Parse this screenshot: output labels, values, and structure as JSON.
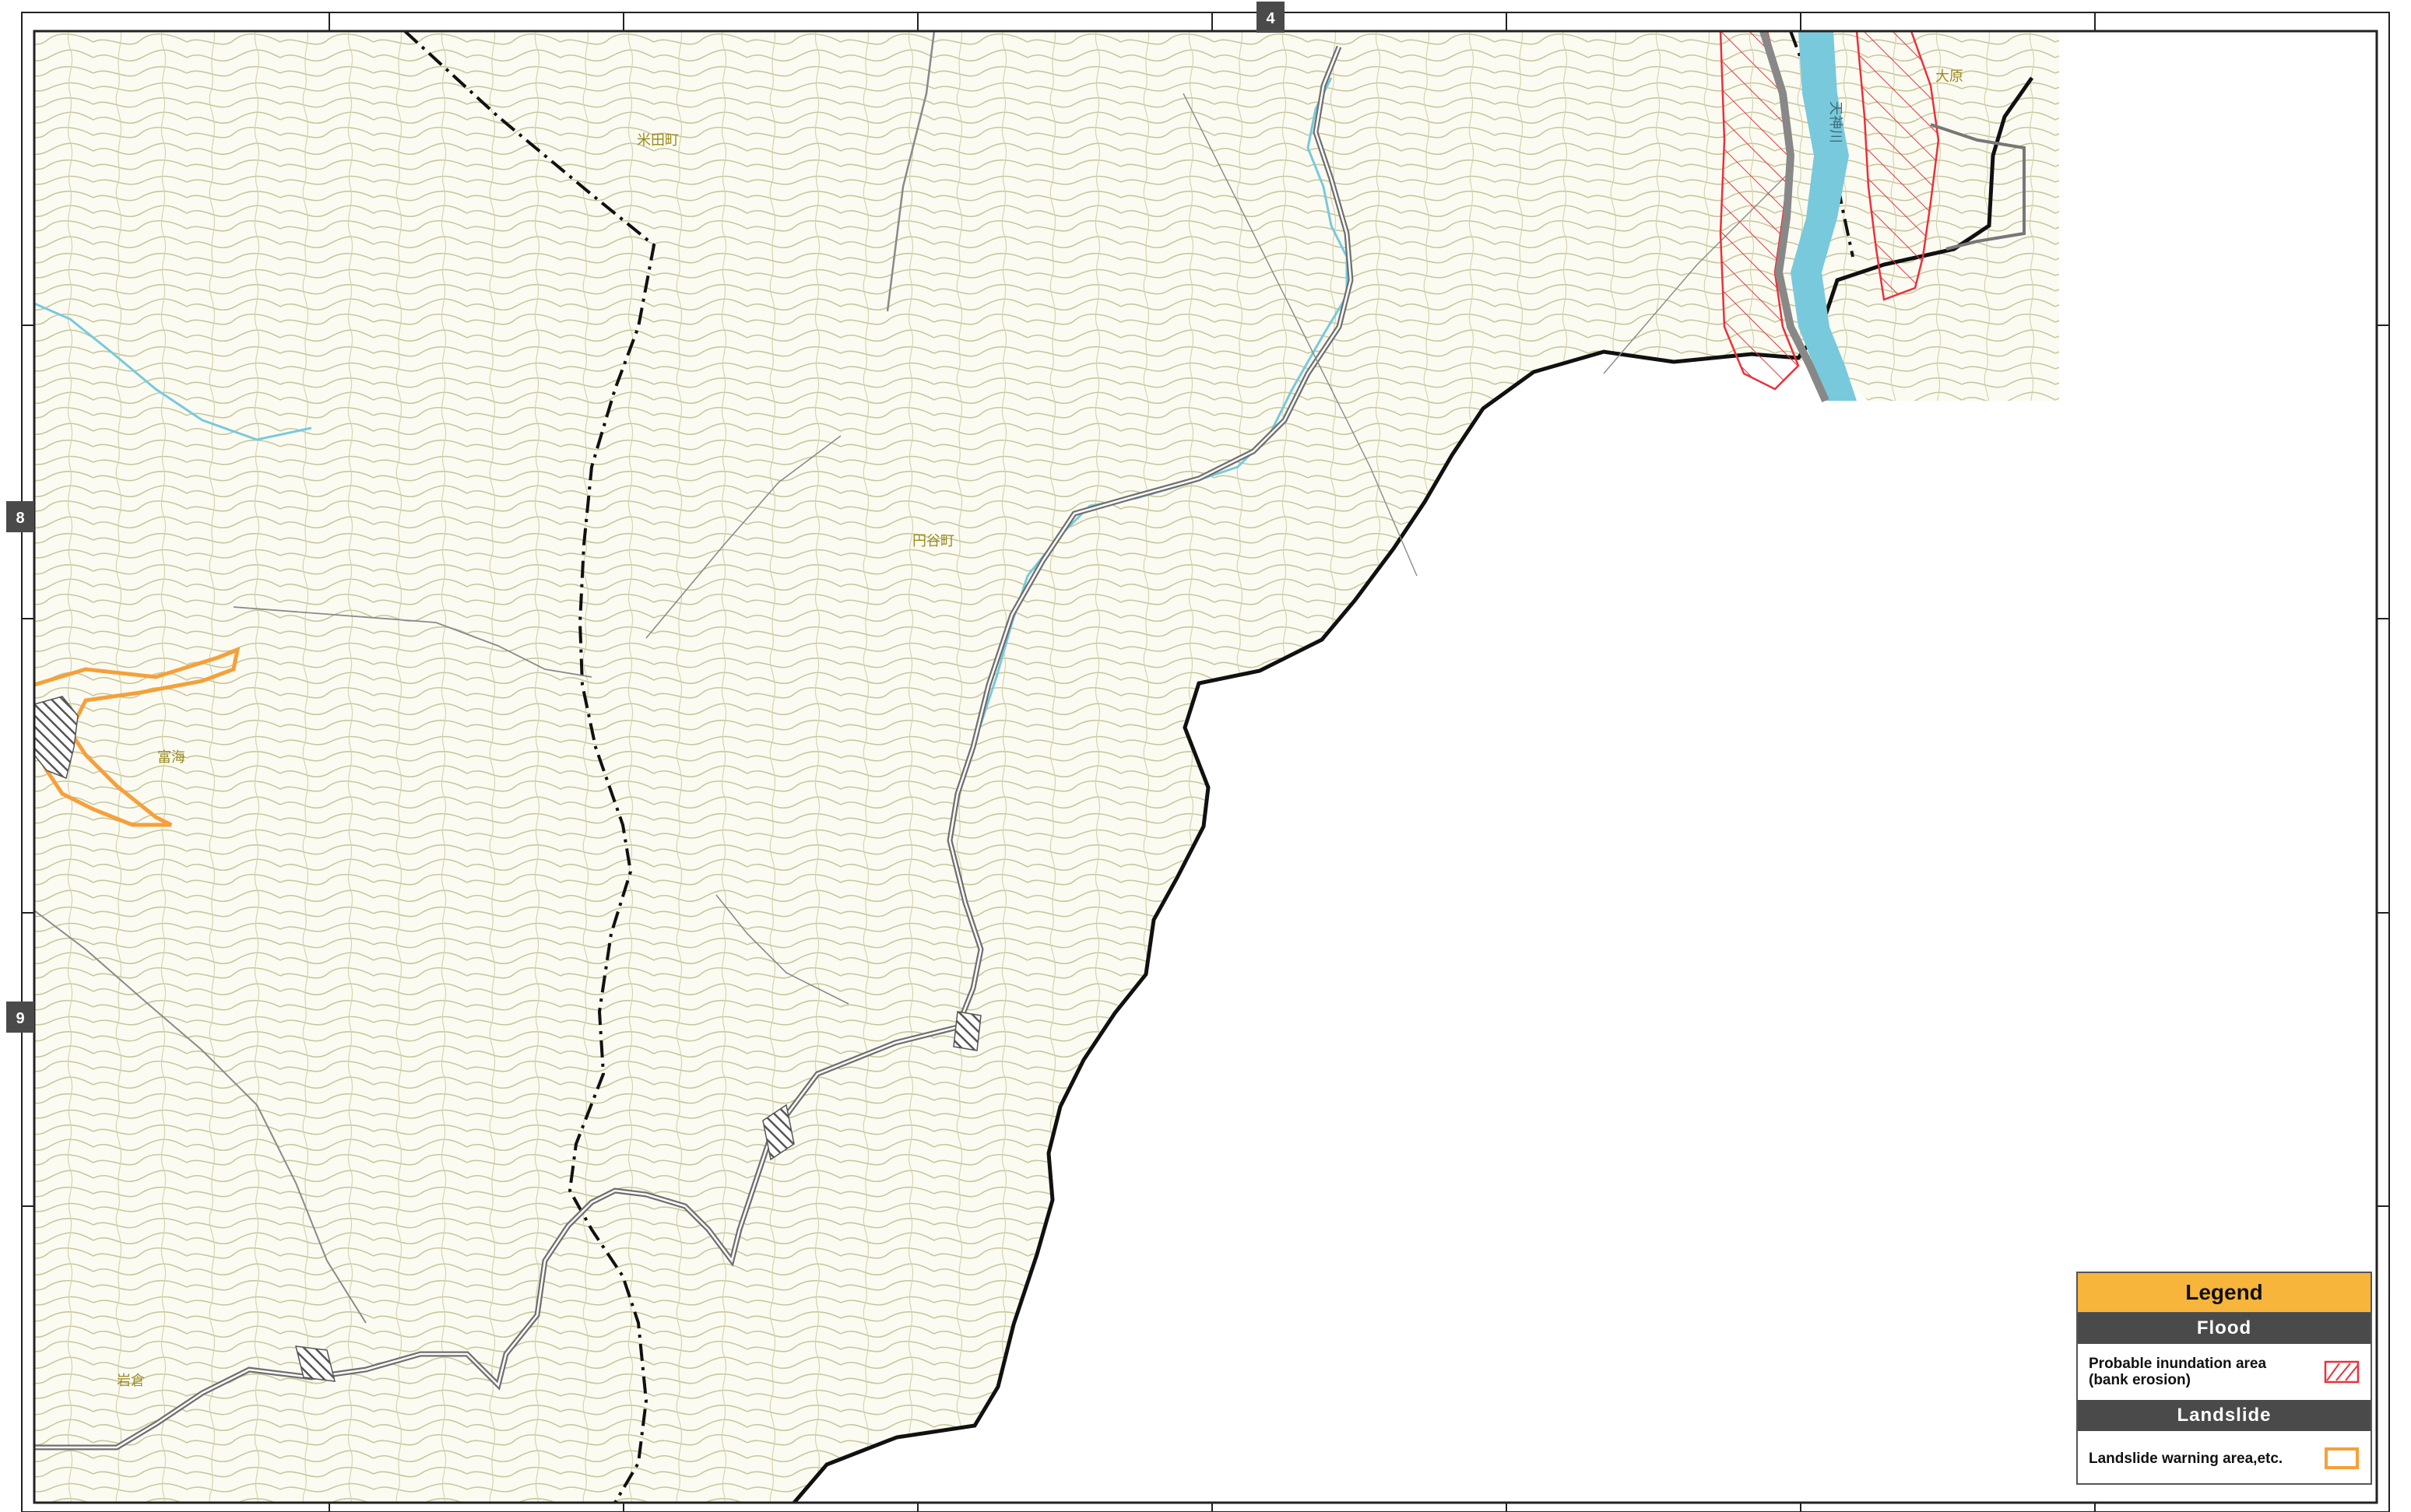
{
  "map": {
    "grid_labels": {
      "top": [
        "4"
      ],
      "left": [
        "8",
        "9"
      ]
    },
    "places": [
      {
        "name": "米田町"
      },
      {
        "name": "円谷町"
      },
      {
        "name": "富海"
      },
      {
        "name": "岩倉"
      },
      {
        "name": "大原"
      }
    ],
    "river_label": "天神川",
    "colors": {
      "contour": "#c8c79e",
      "map_background": "#fbfbf2",
      "river": "#79c9dc",
      "road": "#777777",
      "boundary": "#111111",
      "flood_hatch": "#e8323a",
      "landslide": "#f5a03a",
      "grid_label_bg": "#4a4a4a"
    }
  },
  "legend": {
    "title": "Legend",
    "flood_section": "Flood",
    "flood_item_line1": "Probable inundation area",
    "flood_item_line2": "(bank erosion)",
    "flood_icon": "red-hatched-rectangle-icon",
    "landslide_section": "Landslide",
    "landslide_item": "Landslide warning area,etc.",
    "landslide_icon": "orange-outline-rectangle-icon"
  }
}
